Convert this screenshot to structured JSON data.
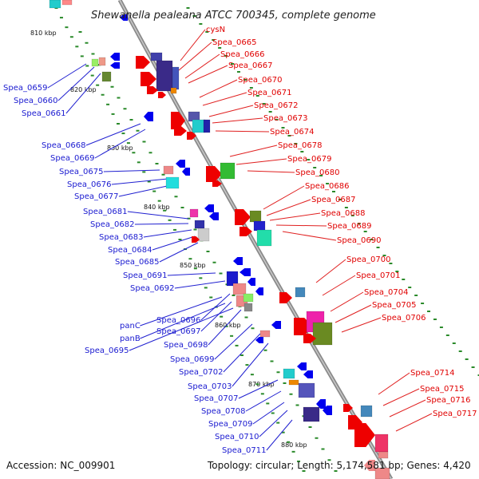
{
  "title": "Shewanella pealeana ATCC 700345, complete genome",
  "accession": "Accession: NC_009901",
  "summary": "Topology: circular; Length: 5,174,581 bp; Genes: 4,420",
  "kbp_ticks": [
    "810 kbp",
    "820 kbp",
    "830 kbp",
    "840 kbp",
    "850 kbp",
    "860 kbp",
    "870 kbp",
    "880 kbp"
  ],
  "left_labels": [
    "Spea_0659",
    "Spea_0660",
    "Spea_0661",
    "Spea_0668",
    "Spea_0669",
    "Spea_0675",
    "Spea_0676",
    "Spea_0677",
    "Spea_0681",
    "Spea_0682",
    "Spea_0683",
    "Spea_0684",
    "Spea_0685",
    "Spea_0691",
    "Spea_0692",
    "Spea_0696",
    "panC",
    "Spea_0697",
    "panB",
    "Spea_0695",
    "Spea_0698",
    "Spea_0699",
    "Spea_0702",
    "Spea_0703",
    "Spea_0707",
    "Spea_0708",
    "Spea_0709",
    "Spea_0710",
    "Spea_0711"
  ],
  "right_labels": [
    "cysN",
    "Spea_0665",
    "Spea_0666",
    "Spea_0667",
    "Spea_0670",
    "Spea_0671",
    "Spea_0672",
    "Spea_0673",
    "Spea_0674",
    "Spea_0678",
    "Spea_0679",
    "Spea_0680",
    "Spea_0686",
    "Spea_0687",
    "Spea_0688",
    "Spea_0689",
    "Spea_0690",
    "Spea_0700",
    "Spea_0701",
    "Spea_0704",
    "Spea_0705",
    "Spea_0706",
    "Spea_0714",
    "Spea_0715",
    "Spea_0716",
    "Spea_0717"
  ],
  "colors": {
    "backbone": "#909090",
    "reverse_strand": "#0000ee",
    "forward_strand": "#ee0000",
    "tick_marks": "#228822",
    "left_label_text": "#1a1ad0",
    "right_label_text": "#e00000"
  }
}
